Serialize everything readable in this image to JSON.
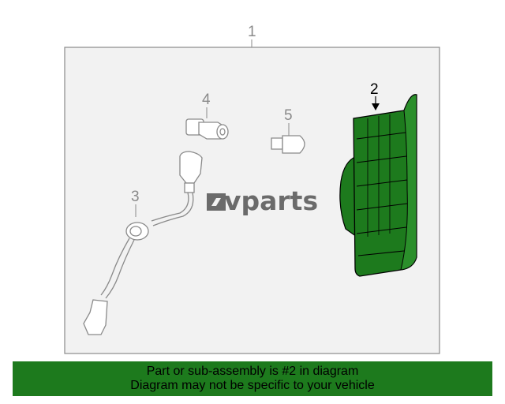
{
  "callouts": {
    "c1": "1",
    "c2": "2",
    "c3": "3",
    "c4": "4",
    "c5": "5"
  },
  "brand": {
    "text": "vparts",
    "logo_icon": "ev-logo-icon"
  },
  "highlighted_part": "2",
  "colors": {
    "highlight": "#1d7a1d",
    "panel_bg": "#f2f2f2",
    "line": "#8a8a8a"
  },
  "banner": {
    "line1": "Part or sub-assembly is #2 in diagram",
    "line2": "Diagram may not be specific to your vehicle"
  }
}
